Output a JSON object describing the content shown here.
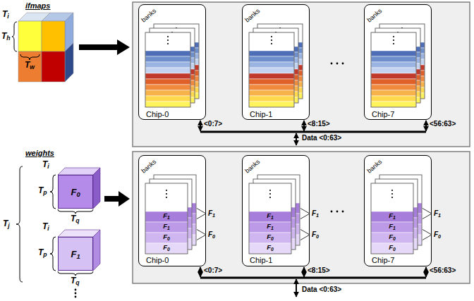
{
  "diagram": {
    "nodes": [
      {
        "text": [
          "Chip-0"
        ]
      },
      {
        "text": [
          "Chip-1"
        ]
      },
      {
        "text": [
          "Chip-7"
        ]
      },
      {
        "text": [
          "F0"
        ]
      },
      {
        "text": [
          "F1"
        ]
      },
      {
        "text": [
          "Chip-0"
        ]
      },
      {
        "text": [
          "Chip-1"
        ]
      },
      {
        "text": [
          "Chip-7"
        ]
      }
    ],
    "labels": [
      "ifmaps",
      "Ti",
      "Th",
      "Tw",
      "banks",
      "banks",
      "banks",
      "<0:7>",
      "<8:15>",
      "<56:63>",
      "Data <0:63>",
      "weights",
      "Tj",
      "Ti",
      "Tp",
      "Tq",
      "Ti",
      "Tp",
      "Tq",
      "banks",
      "banks",
      "banks",
      "F1",
      "F1",
      "F0",
      "F0",
      "F1",
      "F1",
      "F0",
      "F0",
      "F1",
      "F1",
      "F0",
      "F0",
      "F1",
      "F0",
      "F1",
      "F0",
      "F1",
      "F0",
      "<0:7>",
      "<8:15>",
      "<56:63>",
      "Data <0:63>"
    ]
  }
}
